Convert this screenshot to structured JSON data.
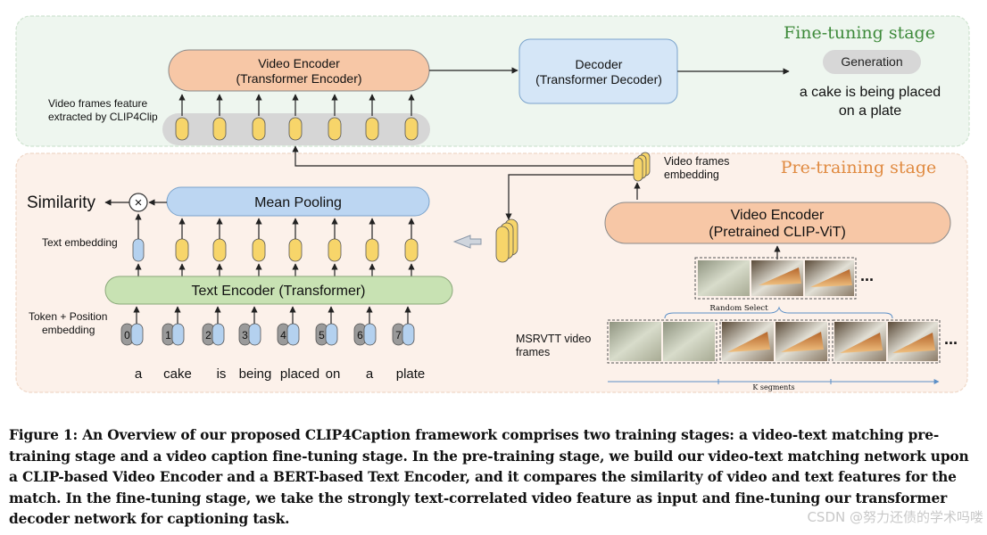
{
  "finetune": {
    "stage_title": "Fine-tuning stage",
    "video_encoder": [
      "Video Encoder",
      "(Transformer Encoder)"
    ],
    "decoder": [
      "Decoder",
      "(Transformer Decoder)"
    ],
    "generation_label": "Generation",
    "output_caption": [
      "a cake is being placed",
      "on a plate"
    ],
    "features_label": [
      "Video frames feature",
      "extracted by CLIP4Clip"
    ]
  },
  "pretrain": {
    "stage_title": "Pre-training stage",
    "similarity": "Similarity",
    "times_symbol": "×",
    "mean_pooling": "Mean Pooling",
    "text_embedding": "Text embedding",
    "text_encoder": "Text Encoder (Transformer)",
    "token_label": [
      "Token + Position",
      "embedding"
    ],
    "position_ids": [
      "0",
      "1",
      "2",
      "3",
      "4",
      "5",
      "6",
      "7"
    ],
    "words": [
      "a",
      "cake",
      "is",
      "being",
      "placed",
      "on",
      "a",
      "plate"
    ],
    "video_frames_embedding": [
      "Video frames",
      "embedding"
    ],
    "video_encoder": [
      "Video Encoder",
      "(Pretrained CLIP-ViT)"
    ],
    "random_select": "Random Select",
    "ellipsis": "...",
    "msrvtt_label": [
      "MSRVTT video",
      "frames"
    ],
    "k_segments": "K segments"
  },
  "caption": "Figure 1: An Overview of our proposed CLIP4Caption framework comprises two training stages: a video-text matching pre-training stage and a video caption fine-tuning stage. In the pre-training stage, we build our video-text matching network upon a CLIP-based Video Encoder and a BERT-based Text Encoder, and it compares the similarity of video and text features for the match. In the fine-tuning stage, we take the strongly text-correlated video feature as input and fine-tuning our transformer decoder network for captioning task.",
  "watermark": "CSDN @努力还债的学术吗喽",
  "colors": {
    "finetune_bg": "#eef6ef",
    "pretrain_bg": "#fcf1ea",
    "encoder_orange": "#f7c7a6",
    "decoder_blue": "#d5e6f7",
    "pooling_blue": "#bcd6f2",
    "text_encoder_green": "#c8e2b3",
    "token_yellow": "#f7d56a",
    "token_blue": "#b4d1ef",
    "token_gray": "#9a9a9a",
    "stage_green": "#3d8a3a",
    "stage_orange": "#e08a40"
  }
}
